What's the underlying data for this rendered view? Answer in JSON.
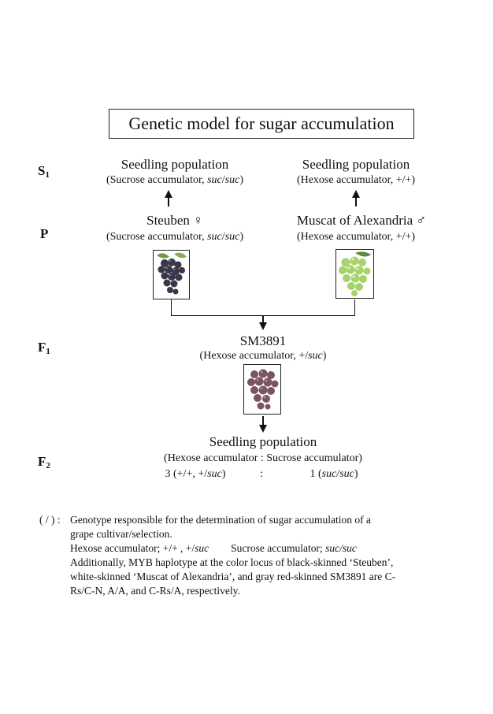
{
  "title": "Genetic model for sugar accumulation",
  "generations": {
    "s1": {
      "letter": "S",
      "sub": "1"
    },
    "p": {
      "letter": "P"
    },
    "f1": {
      "letter": "F",
      "sub": "1"
    },
    "f2": {
      "letter": "F",
      "sub": "2"
    }
  },
  "s1_left": {
    "name": "Seedling population",
    "pre": "(Sucrose accumulator, ",
    "geno": "suc",
    "sep": "/",
    "geno2": "suc",
    "post": ")"
  },
  "s1_right": {
    "name": "Seedling population",
    "desc": "(Hexose accumulator, +/+)"
  },
  "parent_left": {
    "name": "Steuben ♀",
    "pre": "(Sucrose accumulator, ",
    "geno": "suc",
    "sep": "/",
    "geno2": "suc",
    "post": ")"
  },
  "parent_right": {
    "name": "Muscat of Alexandria ♂",
    "desc": "(Hexose accumulator, +/+)"
  },
  "f1_node": {
    "name": "SM3891",
    "pre": "(Hexose accumulator, +/",
    "geno": "suc",
    "post": ")"
  },
  "f2_node": {
    "name": "Seedling population",
    "ratio_header": "(Hexose accumulator : Sucrose accumulator)",
    "hex_count": "3 (+/+, +/",
    "hex_geno": "suc",
    "hex_close": ")",
    "colon": ":",
    "suc_count": "1 (",
    "suc_geno": "suc/suc",
    "suc_close": ")"
  },
  "notes": {
    "symbol": "( / ) :",
    "line1": "Genotype responsible for the determination of sugar accumulation of a",
    "line2": "grape cultivar/selection.",
    "hex_label": "Hexose accumulator; +/+ , +/",
    "hex_geno": "suc",
    "suc_label": "Sucrose accumulator; ",
    "suc_geno": "suc/suc",
    "line4": "Additionally, MYB haplotype at the color locus of black-skinned ‘Steuben’,",
    "line5": "white-skinned ‘Muscat of Alexandria’, and gray red-skinned SM3891 are C-",
    "line6": "Rs/C-N, A/A, and C-Rs/A, respectively."
  },
  "colors": {
    "black_grape": "#3a3848",
    "white_grape": "#a6d36a",
    "red_grape": "#7a5560"
  }
}
